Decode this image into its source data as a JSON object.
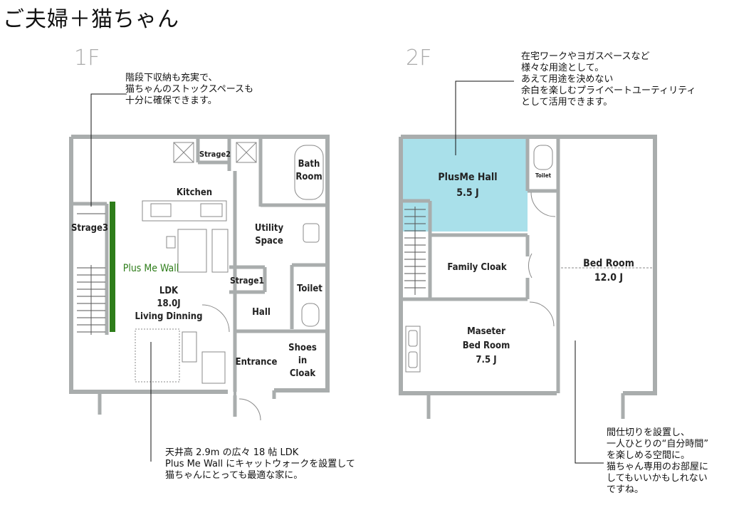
{
  "title": "ご夫婦＋猫ちゃん",
  "floors": {
    "f1": "1F",
    "f2": "2F"
  },
  "notes": {
    "f1_storage": "階段下収納も充実で、\n猫ちゃんのストックスペースも\n十分に確保できます。",
    "f1_ldk": "天井高 2.9m の広々 18 帖 LDK\nPlus Me Wall にキャットウォークを設置して\n猫ちゃんにとっても最適な家に。",
    "f2_hall": "在宅ワークやヨガスペースなど\n様々な用途として。\nあえて用途を決めない\n余白を楽しむプライベートユーティリティ\nとして活用できます。",
    "f2_bedroom": "間仕切りを設置し、\n一人ひとりの“自分時間”\nを楽しめる空間に。\n猫ちゃん専用のお部屋に\nしてもいいかもしれない\nですね。"
  },
  "rooms_1f": {
    "strage2": "Strage2",
    "bath": "Bath\nRoom",
    "kitchen": "Kitchen",
    "strage3": "Strage3",
    "utility": "Utility\nSpace",
    "plus_me_wall": "Plus Me Wall",
    "strage1": "Strage1",
    "toilet": "Toilet",
    "ldk": "LDK\n18.0J\nLiving Dinning",
    "hall": "Hall",
    "entrance": "Entrance",
    "shoes": "Shoes\nin\nCloak"
  },
  "rooms_2f": {
    "plusme_hall": "PlusMe Hall\n5.5 J",
    "toilet": "Toilet",
    "bed_room": "Bed Room\n12.0 J",
    "family_cloak": "Family Cloak",
    "master": "Maseter\nBed Room\n7.5 J"
  },
  "colors": {
    "wall": "#a9adad",
    "hall_fill": "#a9e0ea",
    "plus_me_wall": "#2e7d1a",
    "floor_label": "#aaaaaa"
  }
}
